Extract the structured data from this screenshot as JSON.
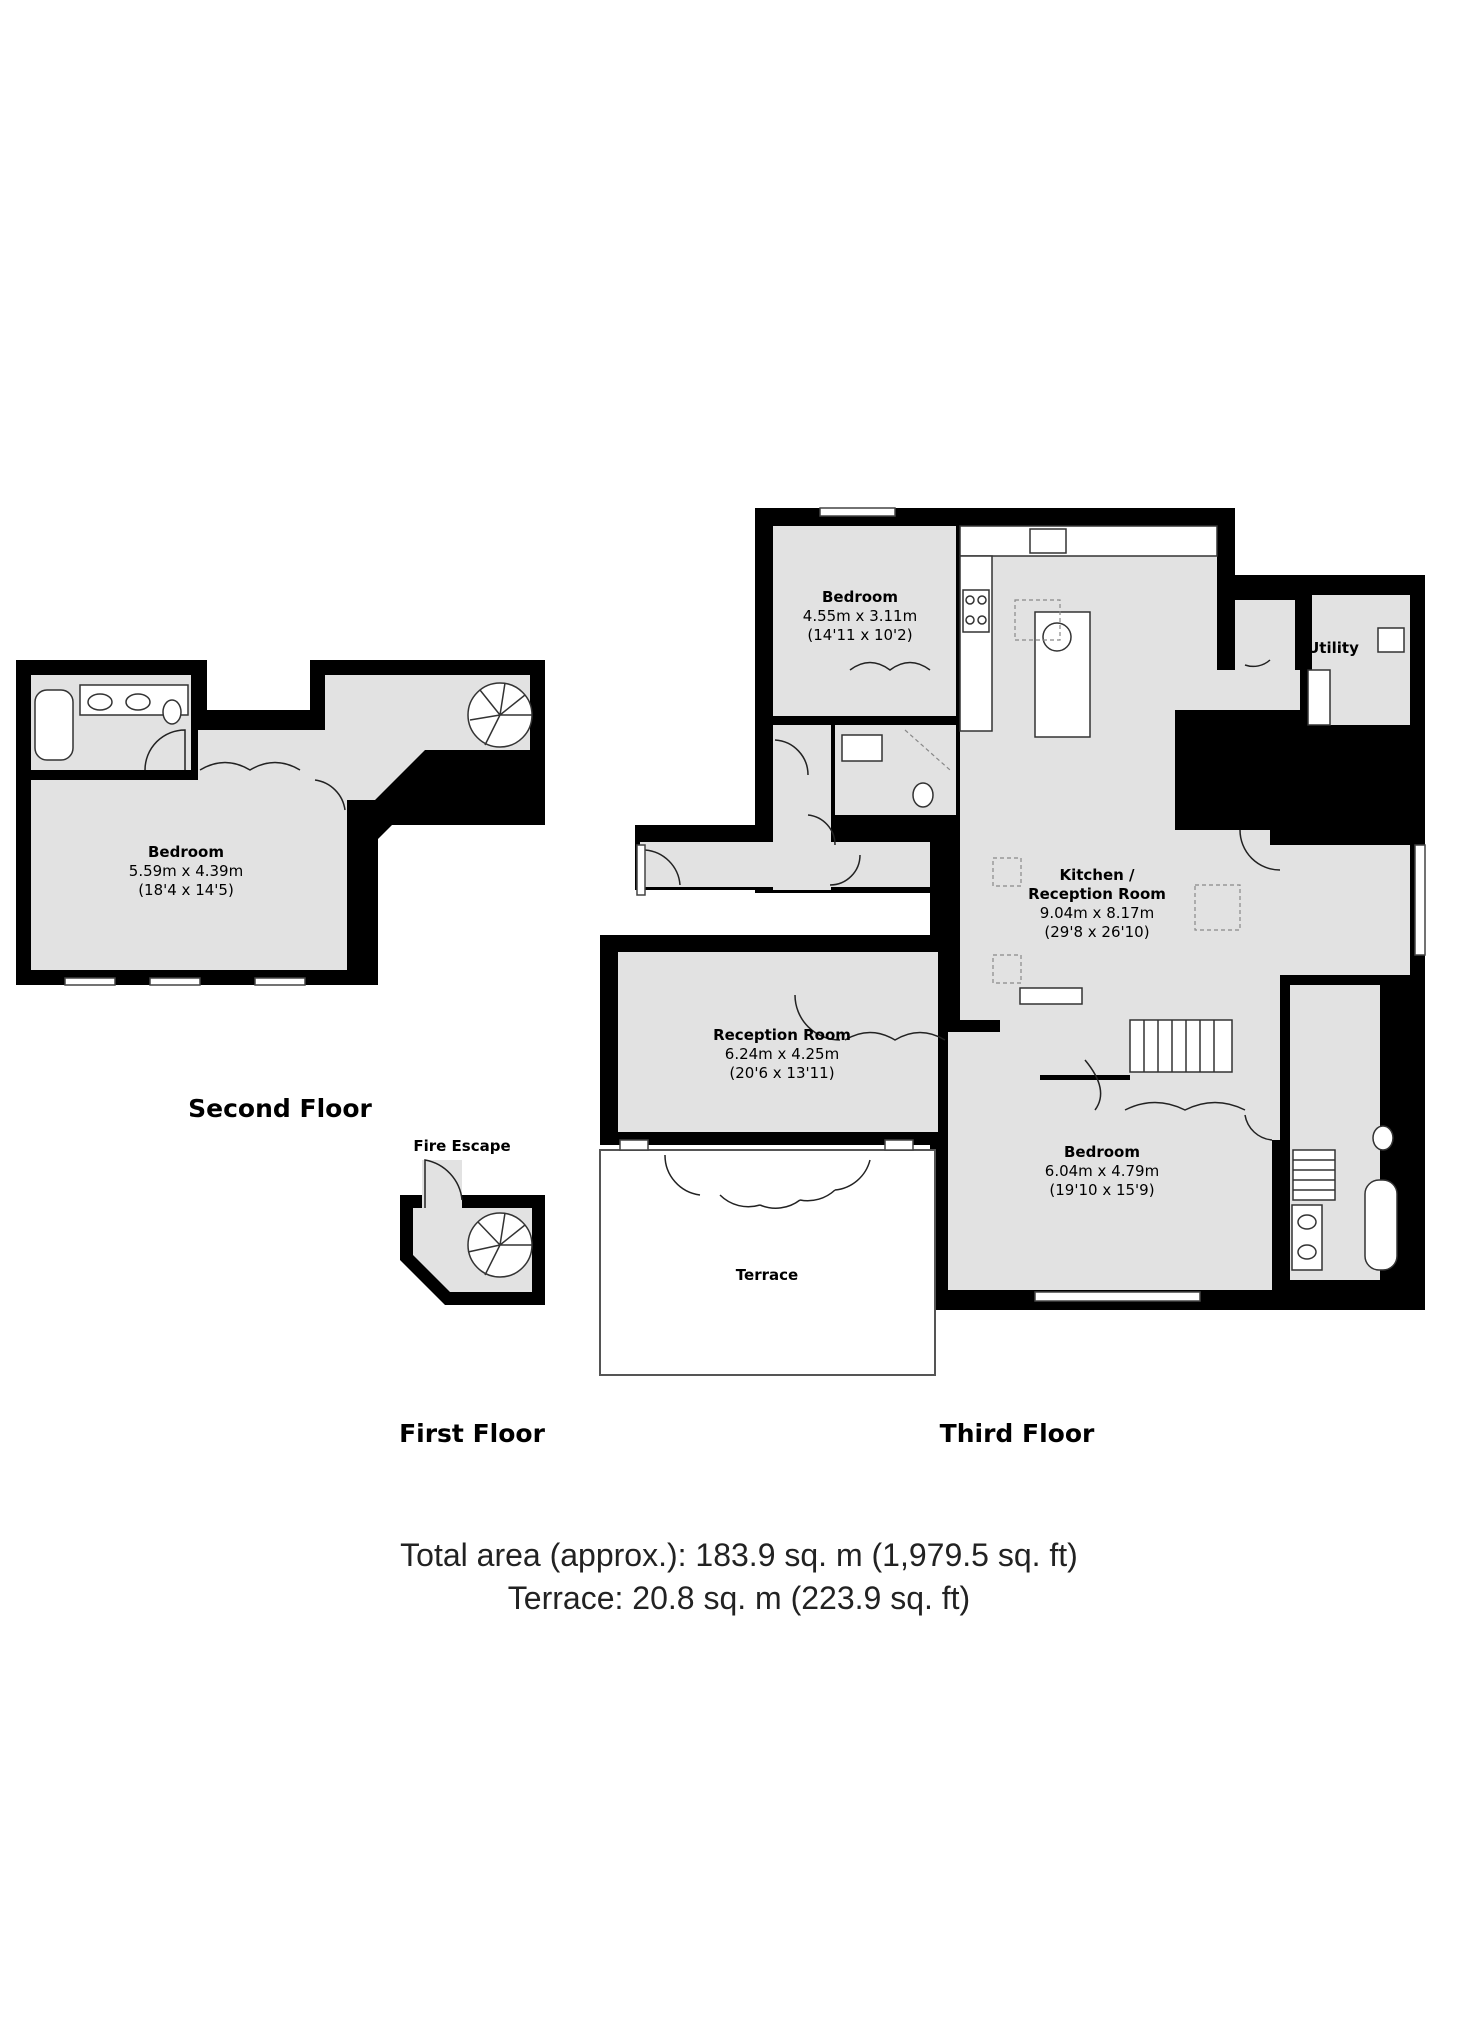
{
  "floors": {
    "second": "Second Floor",
    "first": "First Floor",
    "third": "Third Floor"
  },
  "rooms": {
    "second_bedroom": {
      "name": "Bedroom",
      "metric": "5.59m x 4.39m",
      "imperial": "(18'4 x 14'5)"
    },
    "fire_escape": {
      "name": "Fire Escape"
    },
    "top_bedroom": {
      "name": "Bedroom",
      "metric": "4.55m x 3.11m",
      "imperial": "(14'11 x 10'2)"
    },
    "utility": {
      "name": "Utility"
    },
    "kitchen": {
      "name_line1": "Kitchen /",
      "name_line2": "Reception Room",
      "metric": "9.04m x 8.17m",
      "imperial": "(29'8 x 26'10)"
    },
    "reception": {
      "name": "Reception Room",
      "metric": "6.24m x 4.25m",
      "imperial": "(20'6 x 13'11)"
    },
    "master_bedroom": {
      "name": "Bedroom",
      "metric": "6.04m x 4.79m",
      "imperial": "(19'10 x 15'9)"
    },
    "terrace": {
      "name": "Terrace"
    }
  },
  "areas": {
    "total": "Total area (approx.): 183.9 sq. m (1,979.5 sq. ft)",
    "terrace": "Terrace: 20.8 sq. m (223.9 sq. ft)"
  },
  "colors": {
    "room_fill": "#e2e2e2",
    "wall": "#000000",
    "background": "#ffffff"
  }
}
